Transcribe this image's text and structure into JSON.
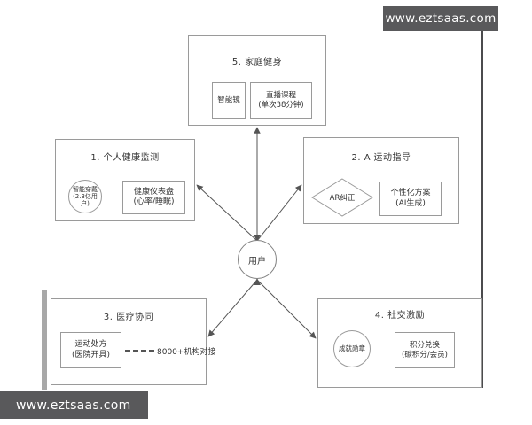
{
  "watermarks": {
    "top_right": "www.eztsaas.com",
    "bottom_left": "www.eztsaas.com"
  },
  "center": {
    "label": "用户"
  },
  "boxes": {
    "box1": {
      "title": "1. 个人健康监测",
      "circle_line1": "智能穿戴",
      "circle_line2": "(2.3亿用",
      "circle_line3": "户)",
      "rect_line1": "健康仪表盘",
      "rect_line2": "(心率/睡眠)"
    },
    "box2": {
      "title": "2. AI运动指导",
      "diamond_label": "AR纠正",
      "rect_line1": "个性化方案",
      "rect_line2": "(AI生成)"
    },
    "box3": {
      "title": "3. 医疗协同",
      "rect_line1": "运动处方",
      "rect_line2": "(医院开具)",
      "note": "8000+机构对接"
    },
    "box4": {
      "title": "4. 社交激励",
      "circle_label": "成就勋章",
      "rect_line1": "积分兑换",
      "rect_line2": "(碳积分/会员)"
    },
    "box5": {
      "title": "5. 家庭健身",
      "item1": "智能镜",
      "item2_line1": "直播课程",
      "item2_line2": "(单次38分钟)"
    }
  },
  "colors": {
    "background": "#ffffff",
    "box_border": "#9a9a9a",
    "connector": "#555555",
    "text": "#333333",
    "watermark_bg": "#59595b",
    "watermark_fg": "#ffffff"
  }
}
